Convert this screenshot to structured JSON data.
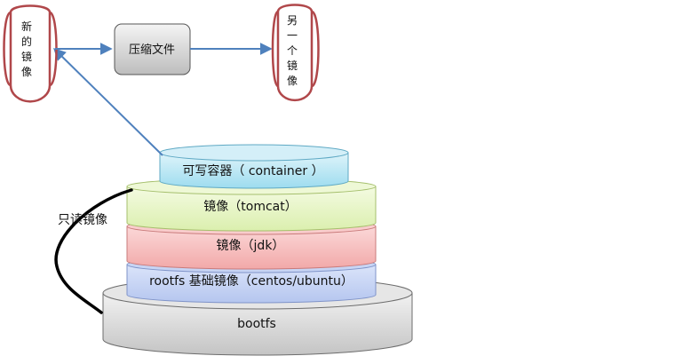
{
  "new_image": [
    "新",
    "的",
    "镜",
    "像"
  ],
  "compress_label": "压缩文件",
  "other_image": [
    "另",
    "一",
    "个",
    "镜",
    "像"
  ],
  "read_only_label": "只读镜像",
  "layers": {
    "container": "可写容器（ container ）",
    "tomcat": "镜像（tomcat）",
    "jdk": "镜像（jdk）",
    "rootfs": "rootfs 基础镜像（centos/ubuntu）",
    "bootfs": "bootfs"
  },
  "colors": {
    "container": "#b9e8f4",
    "tomcat": "#e9f6c9",
    "jdk": "#f8c4c4",
    "rootfs": "#c9d6f4",
    "bootfs": "#dcdcdc",
    "arrow": "#4f81bd",
    "cylinder_outline": "#b0474a"
  }
}
